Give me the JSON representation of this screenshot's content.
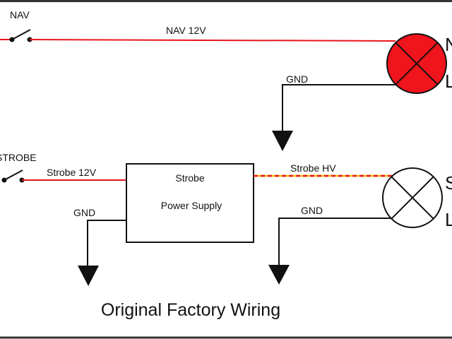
{
  "diagram": {
    "title": "Original Factory Wiring",
    "colors": {
      "wire_power": "#e8141c",
      "wire_hv_base": "#f3c300",
      "wire_hv_dash": "#e8141c",
      "wire_ground": "#111111",
      "nav_lamp_fill": "#f0141c",
      "strobe_lamp_fill": "#ffffff",
      "outline": "#111111",
      "frame": "#333333"
    },
    "switches": [
      {
        "id": "nav",
        "label": "NAV"
      },
      {
        "id": "strobe",
        "label": "STROBE"
      }
    ],
    "wires": {
      "nav_power": "NAV 12V",
      "nav_ground": "GND",
      "strobe_power": "Strobe 12V",
      "supply_ground": "GND",
      "strobe_hv": "Strobe HV",
      "strobe_ground": "GND"
    },
    "power_supply": {
      "line1": "Strobe",
      "line2": "Power Supply"
    },
    "lamps": {
      "nav": {
        "label_line1": "N",
        "label_line2": "L"
      },
      "strobe": {
        "label_line1": "S",
        "label_line2": "L"
      }
    }
  }
}
